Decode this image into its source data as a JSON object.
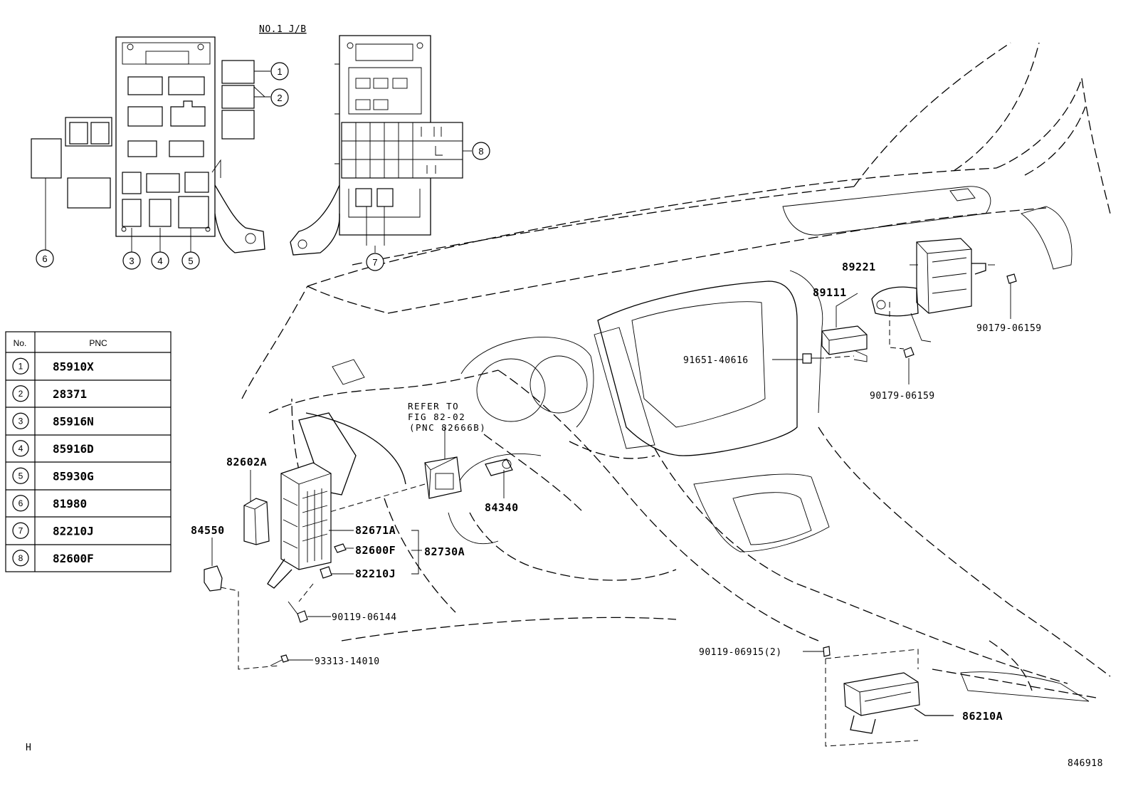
{
  "junction_block_label": "NO.1 J/B",
  "callouts": [
    "1",
    "2",
    "3",
    "4",
    "5",
    "6",
    "7",
    "8"
  ],
  "table": {
    "headers": [
      "No.",
      "PNC"
    ],
    "rows": [
      {
        "no": "1",
        "pnc": "85910X"
      },
      {
        "no": "2",
        "pnc": "28371"
      },
      {
        "no": "3",
        "pnc": "85916N"
      },
      {
        "no": "4",
        "pnc": "85916D"
      },
      {
        "no": "5",
        "pnc": "85930G"
      },
      {
        "no": "6",
        "pnc": "81980"
      },
      {
        "no": "7",
        "pnc": "82210J"
      },
      {
        "no": "8",
        "pnc": "82600F"
      }
    ]
  },
  "refer_note": {
    "line1": "REFER TO",
    "line2": "FIG 82-02",
    "line3": "(PNC 82666B)"
  },
  "parts": {
    "p89221": "89221",
    "p89111": "89111",
    "p91651": "91651-40616",
    "p90179a": "90179-06159",
    "p90179b": "90179-06159",
    "p82602A": "82602A",
    "p84340": "84340",
    "p84550": "84550",
    "p82671A": "82671A",
    "p82600F": "82600F",
    "p82730A": "82730A",
    "p82210J": "82210J",
    "p90119a": "90119-06144",
    "p93313": "93313-14010",
    "p90119b": "90119-06915(2)",
    "p86210A": "86210A"
  },
  "corner_letter": "H",
  "figure_number": "846918"
}
